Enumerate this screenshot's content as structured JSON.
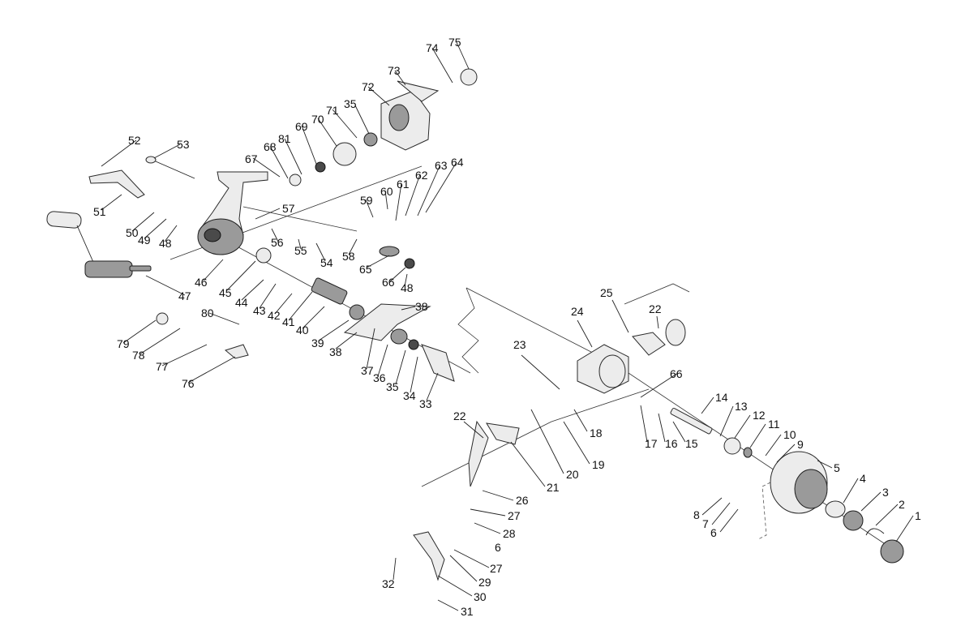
{
  "diagram": {
    "part_numbers": [
      "1",
      "2",
      "3",
      "4",
      "5",
      "6",
      "7",
      "8",
      "9",
      "10",
      "11",
      "12",
      "13",
      "14",
      "15",
      "16",
      "17",
      "18",
      "19",
      "20",
      "21",
      "22",
      "23",
      "24",
      "25",
      "26",
      "27",
      "28",
      "29",
      "30",
      "31",
      "32",
      "33",
      "34",
      "35",
      "36",
      "37",
      "38",
      "39",
      "40",
      "41",
      "42",
      "43",
      "44",
      "45",
      "46",
      "47",
      "48",
      "49",
      "50",
      "51",
      "52",
      "53",
      "54",
      "55",
      "56",
      "57",
      "58",
      "59",
      "60",
      "61",
      "62",
      "63",
      "64",
      "65",
      "66",
      "67",
      "68",
      "69",
      "70",
      "71",
      "72",
      "73",
      "74",
      "75",
      "76",
      "77",
      "78",
      "79",
      "80",
      "81"
    ]
  },
  "callouts": [
    {
      "id": "c1",
      "text": "1"
    },
    {
      "id": "c2",
      "text": "2"
    },
    {
      "id": "c3",
      "text": "3"
    },
    {
      "id": "c4",
      "text": "4"
    },
    {
      "id": "c5",
      "text": "5"
    },
    {
      "id": "c6a",
      "text": "6"
    },
    {
      "id": "c6b",
      "text": "6"
    },
    {
      "id": "c7",
      "text": "7"
    },
    {
      "id": "c8",
      "text": "8"
    },
    {
      "id": "c9",
      "text": "9"
    },
    {
      "id": "c10",
      "text": "10"
    },
    {
      "id": "c11",
      "text": "11"
    },
    {
      "id": "c12",
      "text": "12"
    },
    {
      "id": "c13",
      "text": "13"
    },
    {
      "id": "c14",
      "text": "14"
    },
    {
      "id": "c15",
      "text": "15"
    },
    {
      "id": "c16",
      "text": "16"
    },
    {
      "id": "c17",
      "text": "17"
    },
    {
      "id": "c18",
      "text": "18"
    },
    {
      "id": "c19",
      "text": "19"
    },
    {
      "id": "c20",
      "text": "20"
    },
    {
      "id": "c21",
      "text": "21"
    },
    {
      "id": "c22a",
      "text": "22"
    },
    {
      "id": "c22b",
      "text": "22"
    },
    {
      "id": "c23",
      "text": "23"
    },
    {
      "id": "c24",
      "text": "24"
    },
    {
      "id": "c25",
      "text": "25"
    },
    {
      "id": "c26",
      "text": "26"
    },
    {
      "id": "c27a",
      "text": "27"
    },
    {
      "id": "c27b",
      "text": "27"
    },
    {
      "id": "c28",
      "text": "28"
    },
    {
      "id": "c29",
      "text": "29"
    },
    {
      "id": "c30",
      "text": "30"
    },
    {
      "id": "c31",
      "text": "31"
    },
    {
      "id": "c32",
      "text": "32"
    },
    {
      "id": "c33",
      "text": "33"
    },
    {
      "id": "c34",
      "text": "34"
    },
    {
      "id": "c35a",
      "text": "35"
    },
    {
      "id": "c35b",
      "text": "35"
    },
    {
      "id": "c36",
      "text": "36"
    },
    {
      "id": "c37",
      "text": "37"
    },
    {
      "id": "c38a",
      "text": "38"
    },
    {
      "id": "c38b",
      "text": "38"
    },
    {
      "id": "c39",
      "text": "39"
    },
    {
      "id": "c40",
      "text": "40"
    },
    {
      "id": "c41",
      "text": "41"
    },
    {
      "id": "c42",
      "text": "42"
    },
    {
      "id": "c43",
      "text": "43"
    },
    {
      "id": "c44",
      "text": "44"
    },
    {
      "id": "c45",
      "text": "45"
    },
    {
      "id": "c46",
      "text": "46"
    },
    {
      "id": "c47",
      "text": "47"
    },
    {
      "id": "c48a",
      "text": "48"
    },
    {
      "id": "c48b",
      "text": "48"
    },
    {
      "id": "c49",
      "text": "49"
    },
    {
      "id": "c50",
      "text": "50"
    },
    {
      "id": "c51",
      "text": "51"
    },
    {
      "id": "c52",
      "text": "52"
    },
    {
      "id": "c53",
      "text": "53"
    },
    {
      "id": "c54",
      "text": "54"
    },
    {
      "id": "c55",
      "text": "55"
    },
    {
      "id": "c56",
      "text": "56"
    },
    {
      "id": "c57",
      "text": "57"
    },
    {
      "id": "c58",
      "text": "58"
    },
    {
      "id": "c59",
      "text": "59"
    },
    {
      "id": "c60",
      "text": "60"
    },
    {
      "id": "c61",
      "text": "61"
    },
    {
      "id": "c62",
      "text": "62"
    },
    {
      "id": "c63",
      "text": "63"
    },
    {
      "id": "c64",
      "text": "64"
    },
    {
      "id": "c65",
      "text": "65"
    },
    {
      "id": "c66a",
      "text": "66"
    },
    {
      "id": "c66b",
      "text": "66"
    },
    {
      "id": "c67",
      "text": "67"
    },
    {
      "id": "c68",
      "text": "68"
    },
    {
      "id": "c69",
      "text": "69"
    },
    {
      "id": "c70",
      "text": "70"
    },
    {
      "id": "c71",
      "text": "71"
    },
    {
      "id": "c72",
      "text": "72"
    },
    {
      "id": "c73",
      "text": "73"
    },
    {
      "id": "c74",
      "text": "74"
    },
    {
      "id": "c75",
      "text": "75"
    },
    {
      "id": "c76",
      "text": "76"
    },
    {
      "id": "c77",
      "text": "77"
    },
    {
      "id": "c78",
      "text": "78"
    },
    {
      "id": "c79",
      "text": "79"
    },
    {
      "id": "c80",
      "text": "80"
    },
    {
      "id": "c81",
      "text": "81"
    }
  ]
}
